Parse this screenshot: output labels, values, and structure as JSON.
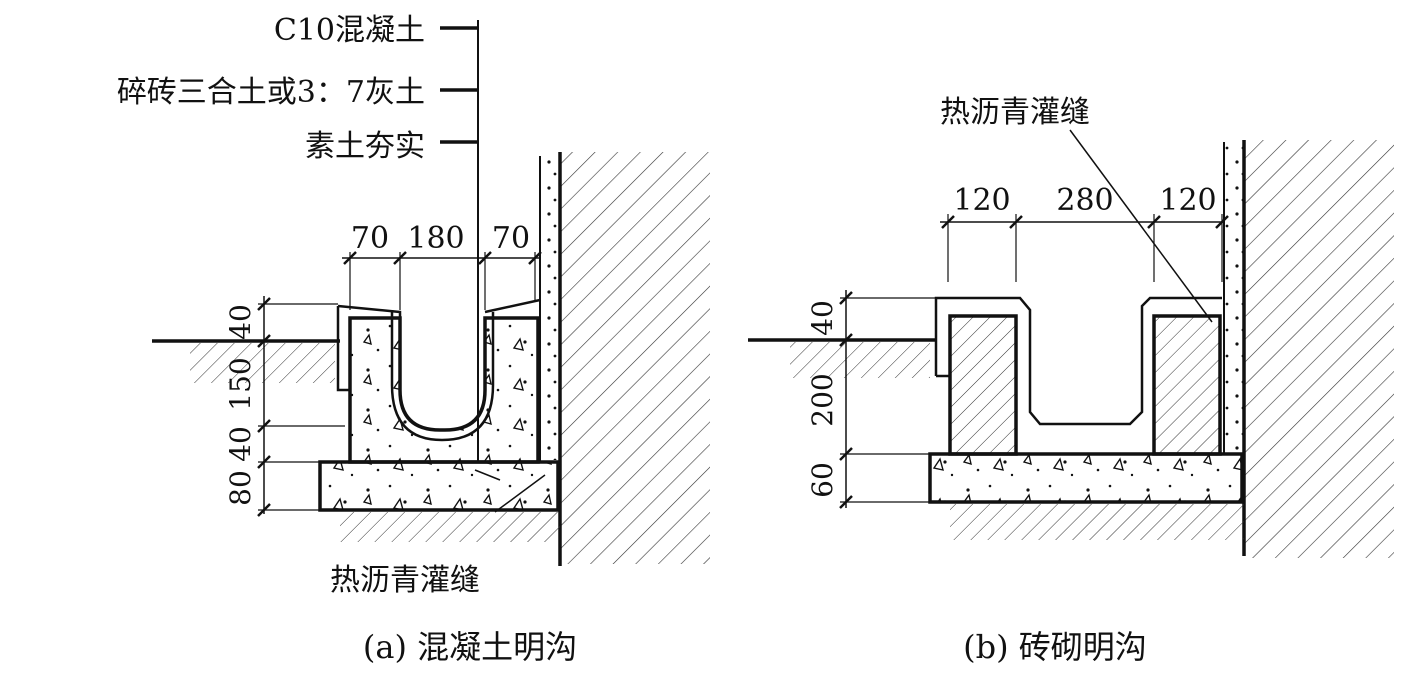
{
  "layers": {
    "c10": "C10混凝土",
    "brick": "碎砖三合土或3：7灰土",
    "soil": "素土夯实"
  },
  "asphalt_joint_a": "热沥青灌缝",
  "asphalt_joint_b": "热沥青灌缝",
  "caption_a": "(a) 混凝土明沟",
  "caption_b": "(b) 砖砌明沟",
  "dims_a": {
    "w_left": "70",
    "w_mid": "180",
    "w_right": "70",
    "h_40_top": "40",
    "h_150": "150",
    "h_40_low": "40",
    "h_80": "80"
  },
  "dims_b": {
    "w_left": "120",
    "w_mid": "280",
    "w_right": "120",
    "h_40": "40",
    "h_200": "200",
    "h_60": "60"
  }
}
